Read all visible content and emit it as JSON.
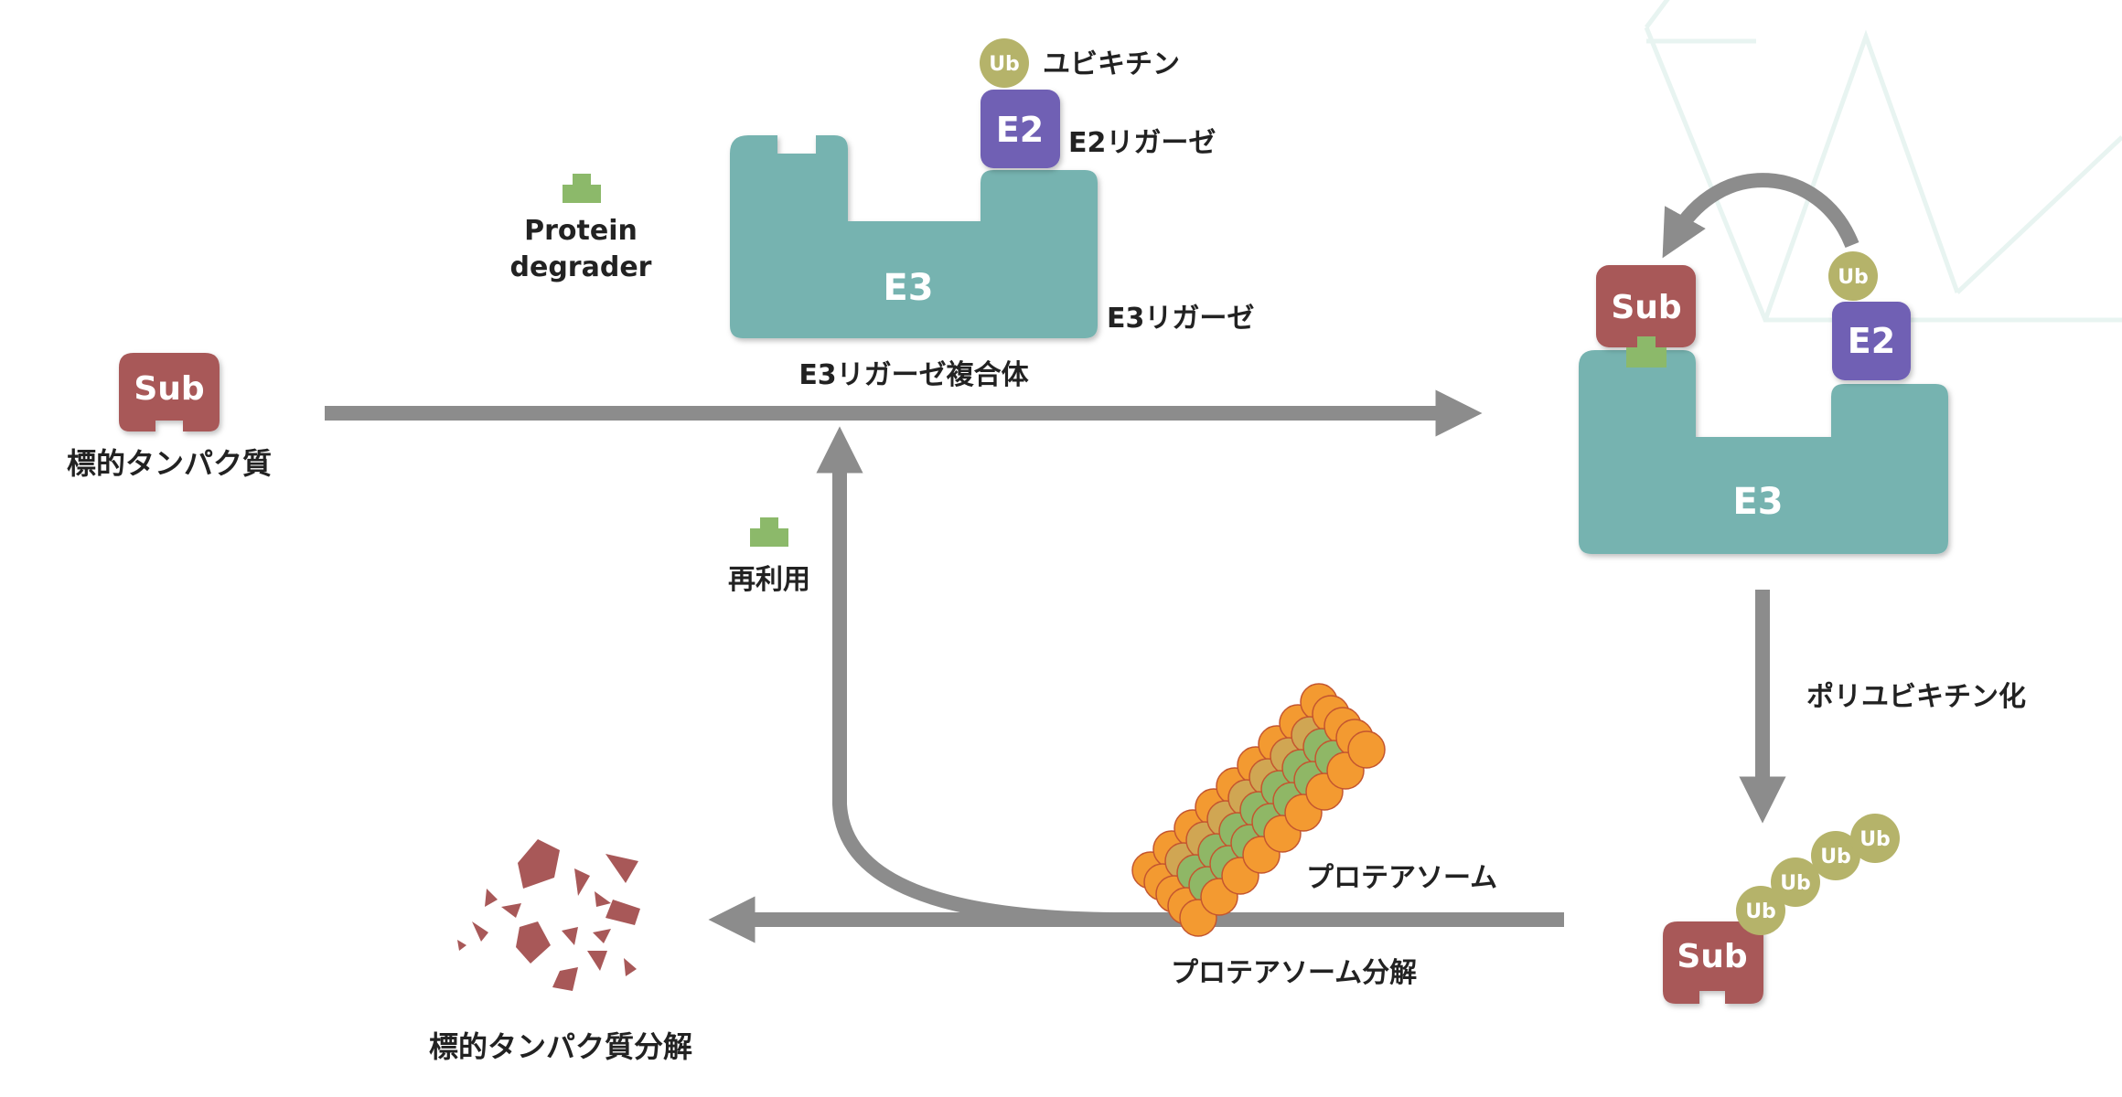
{
  "colors": {
    "e3": "#76b3b0",
    "e2": "#7060b4",
    "ub": "#b5b36a",
    "sub": "#a85858",
    "degrader": "#8cb96a",
    "arrow": "#8c8c8c",
    "proteasome_orange": "#f39a31",
    "proteasome_green": "#8fb766"
  },
  "labels": {
    "ubiquitin": "ユビキチン",
    "e2_ligase": "E2リガーゼ",
    "e3_ligase": "E3リガーゼ",
    "e3_complex": "E3リガーゼ複合体",
    "protein_degrader_line1": "Protein",
    "protein_degrader_line2": "degrader",
    "target_protein": "標的タンパク質",
    "reuse": "再利用",
    "polyubiquitination": "ポリユビキチン化",
    "proteasome": "プロテアソーム",
    "proteasome_degradation": "プロテアソーム分解",
    "target_degradation": "標的タンパク質分解"
  },
  "nodes": {
    "ub": "Ub",
    "e2": "E2",
    "e3": "E3",
    "sub": "Sub"
  },
  "icons": {
    "degrader": "degrader-block-icon",
    "proteasome": "proteasome-cluster-icon",
    "fragments": "protein-fragments-icon"
  }
}
